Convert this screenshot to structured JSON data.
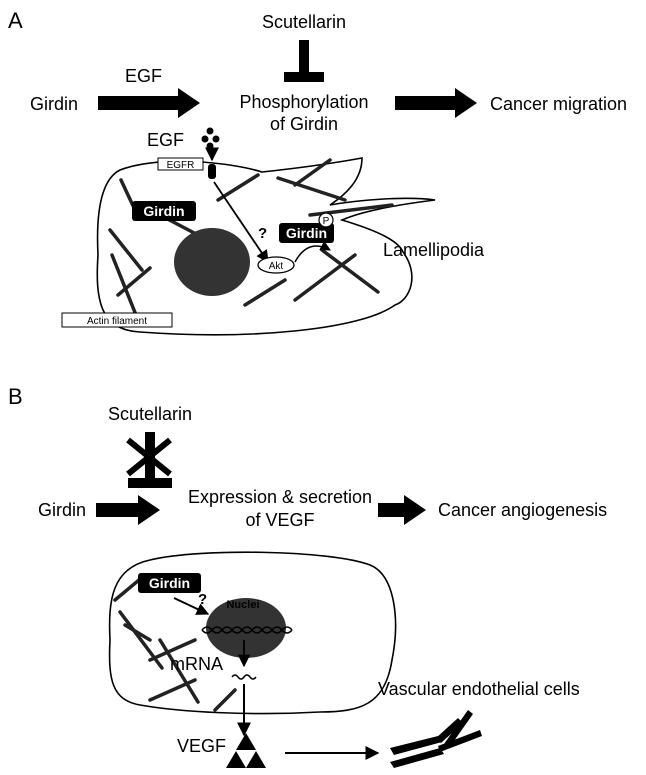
{
  "panel_a": {
    "letter": "A",
    "inhibitor": "Scutellarin",
    "source": "Girdin",
    "stimulus": "EGF",
    "process_line1": "Phosphorylation",
    "process_line2": "of Girdin",
    "outcome": "Cancer migration",
    "cell": {
      "egf_label": "EGF",
      "receptor_label": "EGFR",
      "girdin_tag": "Girdin",
      "girdin_p_tag": "Girdin",
      "phospho_symbol": "P",
      "unknown_link": "?",
      "akt_label": "Akt",
      "lamellipodia_label": "Lamellipodia",
      "actin_label": "Actin filament"
    }
  },
  "panel_b": {
    "letter": "B",
    "inhibitor": "Scutellarin",
    "source": "Girdin",
    "process_line1": "Expression & secretion",
    "process_line2": "of VEGF",
    "outcome": "Cancer angiogenesis",
    "cell": {
      "girdin_tag": "Girdin",
      "unknown_link": "?",
      "nucleus_label": "Nuclei",
      "mrna_label": "mRNA",
      "vegf_label": "VEGF",
      "target_label": "Vascular endothelial cells"
    }
  }
}
